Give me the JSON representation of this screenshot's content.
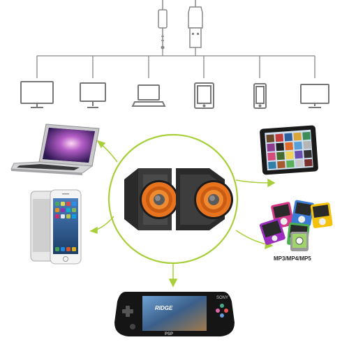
{
  "cables": [
    "audio-jack-3.5mm",
    "usb-plug"
  ],
  "top_devices": [
    "desktop-monitor",
    "desktop-monitor",
    "laptop",
    "tablet",
    "smartphone",
    "widescreen-monitor"
  ],
  "center": {
    "product": "dual orange speakers",
    "ring_color": "#a8cf3a",
    "accent": "#e8731e"
  },
  "surrounding_devices": [
    "laptop",
    "tablet",
    "smartphone",
    "mp3-players",
    "handheld-game-console"
  ],
  "mp3_label": "MP3/MP4/MP5",
  "psp": {
    "brand": "SONY",
    "logo": "PSP"
  }
}
